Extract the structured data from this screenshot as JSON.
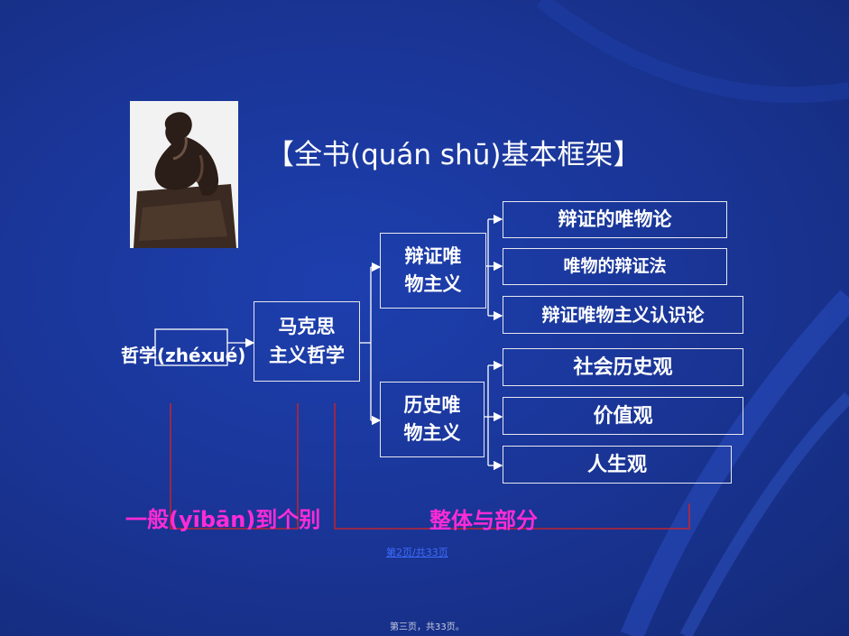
{
  "title": "【全书(quán shū)基本框架】",
  "philosophy": "哲学(zhéxué)",
  "marxism": {
    "line1": "马克思",
    "line2": "主义哲学"
  },
  "dialectical": {
    "line1": "辩证唯",
    "line2": "物主义"
  },
  "historical": {
    "line1": "历史唯",
    "line2": "物主义"
  },
  "dialectical_items": [
    "辩证的唯物论",
    "唯物的辩证法",
    "辩证唯物主义认识论"
  ],
  "historical_items": [
    "社会历史观",
    "价值观",
    "人生观"
  ],
  "bottom_left": "一般(yībān)到个别",
  "bottom_right": "整体与部分",
  "page_indicator": "第2页/共33页",
  "footer": "第三页，共33页。",
  "colors": {
    "background": "#1a3699",
    "accent": "#ff2bd6",
    "line_red": "#e0201c",
    "text": "#ffffff"
  }
}
